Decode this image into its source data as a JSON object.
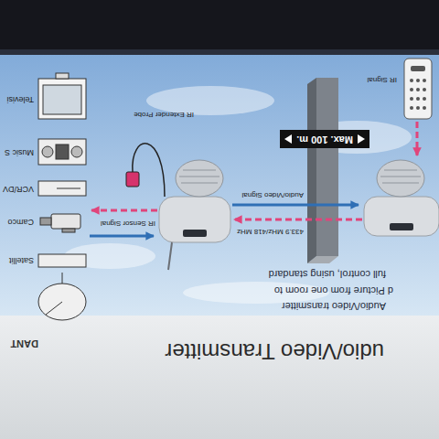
{
  "diagram": {
    "title": "udio/Video Transmitter",
    "nodes": [
      {
        "text": [
          "Max. 100 m."
        ]
      }
    ],
    "labels": [
      "DANT",
      "Audio/Video transmitter",
      "d Picture from one room to",
      "full control, using standard",
      "IR Signal",
      "IR Extender Probe",
      "Audio/Video Signal",
      "433.9 MHz/418 MHz",
      "IR Sensor Signal",
      "Televisi",
      "Music S",
      "VCR/DV",
      "Camco",
      "Satellit"
    ]
  }
}
